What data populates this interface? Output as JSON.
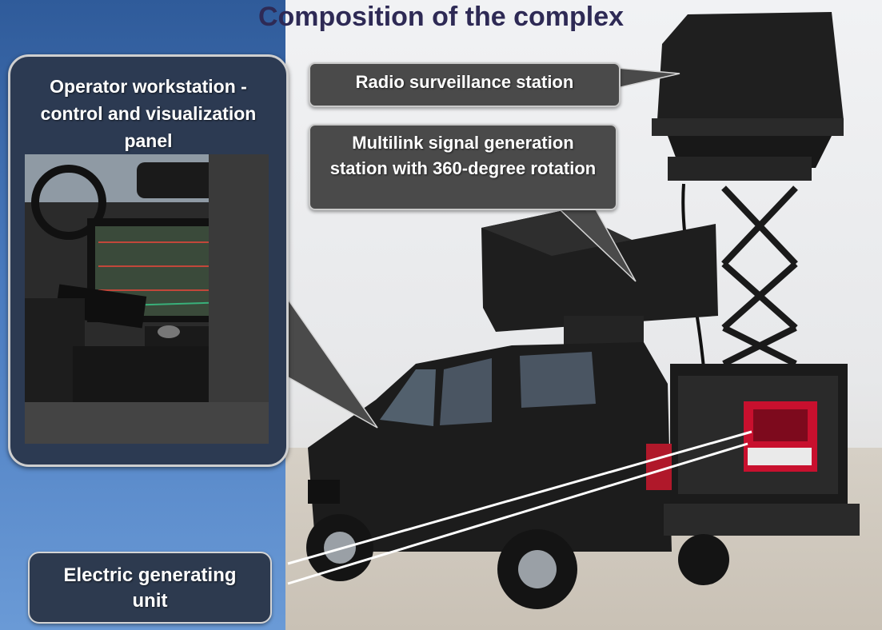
{
  "title": "Composition of the complex",
  "callouts": {
    "operator": "Operator workstation - control and visualization panel",
    "radio": "Radio surveillance station",
    "multilink": "Multilink signal generation station with 360-degree rotation",
    "generator": "Electric generating unit"
  },
  "colors": {
    "title": "#2e2a55",
    "callout_fill": "#4a4a4a",
    "left_panel": "#4a7bbf",
    "vehicle": "#1c1c1c",
    "generator": "#c8102e"
  }
}
